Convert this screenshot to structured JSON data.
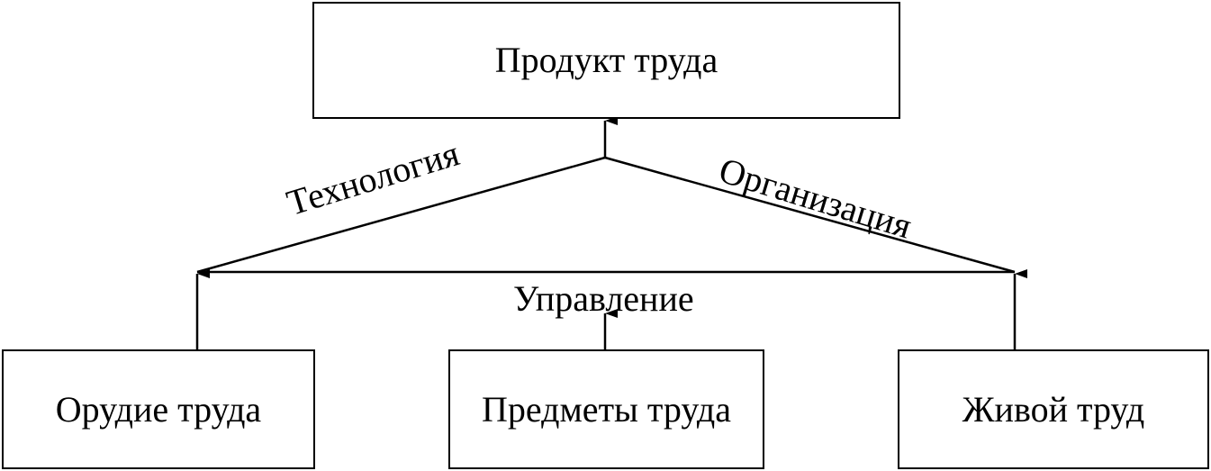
{
  "boxes": {
    "top": "Продукт труда",
    "left": "Орудие труда",
    "middle": "Предметы труда",
    "right": "Живой труд"
  },
  "edge_labels": {
    "left_slope": "Технология",
    "right_slope": "Организация",
    "base": "Управление"
  }
}
